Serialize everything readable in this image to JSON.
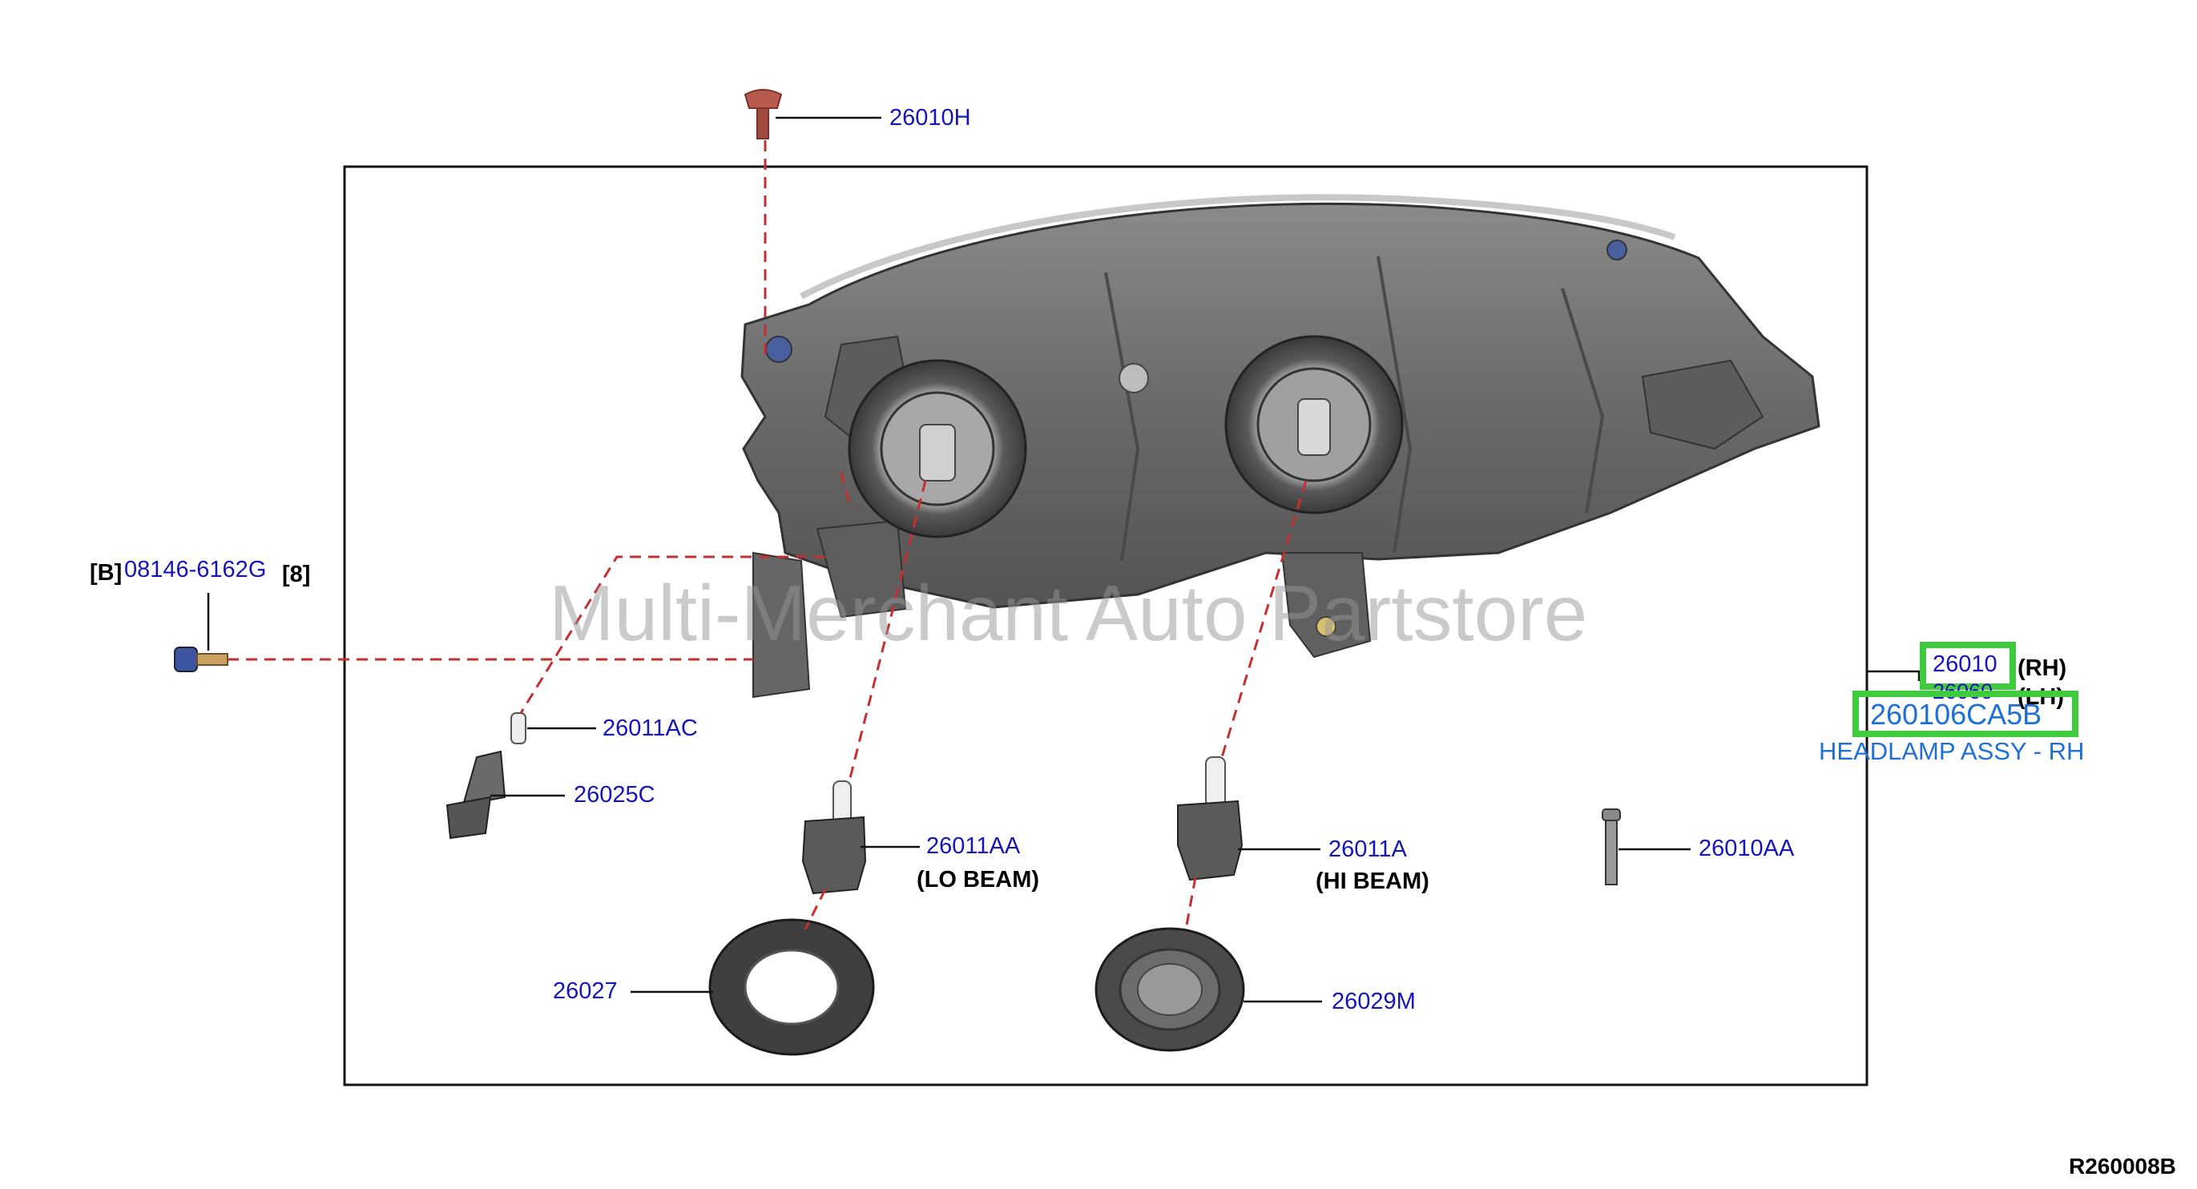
{
  "watermark": "Multi-Merchant Auto Partstore",
  "drawing_code": "R260008B",
  "colors": {
    "label": "#1515b8",
    "leader": "#c43030",
    "highlight": "#3ecb3e",
    "part_number": "#1e6fd6"
  },
  "callouts": {
    "h": "26010H",
    "b_tag": "[B]",
    "b_part": "08146-6162G",
    "b_qty": "[8]",
    "ac": "26011AC",
    "c25": "26025C",
    "aa": "26011AA",
    "lo_beam": "(LO BEAM)",
    "a": "26011A",
    "hi_beam": "(HI BEAM)",
    "gasket1": "26027",
    "gasket2": "26029M",
    "screw": "26010AA"
  },
  "assembly": {
    "rh_code": "26010",
    "rh_side": "(RH)",
    "lh_code": "26060",
    "lh_side": "(LH)",
    "part_number": "260106CA5B",
    "description": "HEADLAMP ASSY - RH"
  }
}
